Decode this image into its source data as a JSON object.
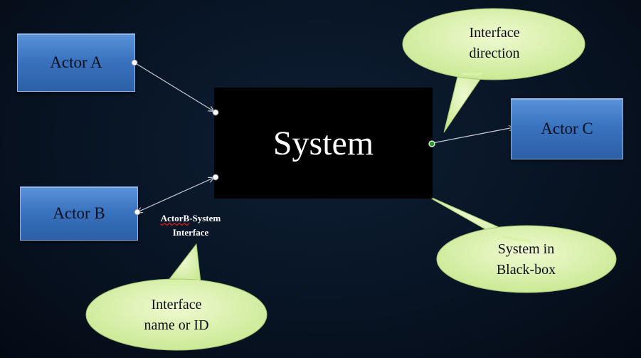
{
  "actors": {
    "a": "Actor A",
    "b": "Actor B",
    "c": "Actor C"
  },
  "system": {
    "label": "System"
  },
  "interface_label": {
    "line1_prefix": "ActorB",
    "line1_suffix": "-System",
    "line2": "Interface"
  },
  "callouts": {
    "direction": {
      "line1": "Interface",
      "line2": "direction"
    },
    "blackbox": {
      "line1": "System in",
      "line2": "Black-box"
    },
    "name": {
      "line1": "Interface",
      "line2": "name or ID"
    }
  },
  "colors": {
    "actor_fill": "#3a73c0",
    "system_fill": "#000000",
    "callout_fill": "#d8f2a6",
    "connector_line": "#c8ccd4",
    "endpoint_active": "#2a9a2a"
  }
}
